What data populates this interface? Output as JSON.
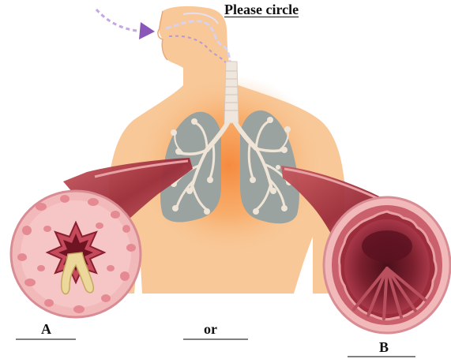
{
  "title": "Please circle",
  "choices": {
    "a": "A",
    "or": "or",
    "b": "B"
  },
  "colors": {
    "skin": "#f8c898",
    "glow": "#f58a3c",
    "lung": "#9aa3a0",
    "airway": "#efe6de",
    "tissue_outer": "#f2b9ba",
    "tissue_spots": "#e58a93",
    "lumen_dark": "#8a1f2f",
    "muscle": "#b23a48",
    "arrow": "#8a56b8",
    "mucus": "#ecd89a"
  }
}
